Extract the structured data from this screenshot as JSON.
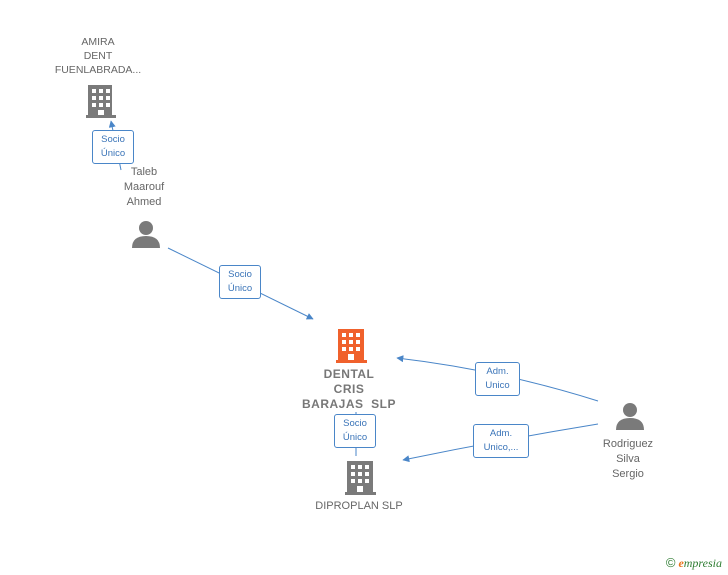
{
  "nodes": {
    "amira": {
      "label_lines": [
        "AMIRA",
        "DENT",
        "FUENLABRADA..."
      ]
    },
    "taleb": {
      "label_lines": [
        "Taleb",
        "Maarouf",
        "Ahmed"
      ]
    },
    "dental": {
      "label_lines": [
        "DENTAL",
        "CRIS",
        "BARAJAS  SLP"
      ]
    },
    "diproplan": {
      "label_lines": [
        "DIPROPLAN SLP"
      ]
    },
    "rodriguez": {
      "label_lines": [
        "Rodriguez",
        "Silva",
        "Sergio"
      ]
    }
  },
  "edges": {
    "taleb_amira": {
      "lines": [
        "Socio",
        "Único"
      ]
    },
    "taleb_dental": {
      "lines": [
        "Socio",
        "Único"
      ]
    },
    "rodriguez_dental": {
      "lines": [
        "Adm.",
        "Unico"
      ]
    },
    "rodriguez_diproplan": {
      "lines": [
        "Adm.",
        "Unico,..."
      ]
    },
    "dental_diproplan": {
      "lines": [
        "Socio",
        "Único"
      ]
    }
  },
  "colors": {
    "edge": "#4a86c8",
    "icon_gray": "#7a7a7a",
    "icon_highlight": "#f0612c"
  },
  "icons": {
    "company": "building-icon",
    "person": "person-icon"
  },
  "watermark": {
    "symbol": "©",
    "brand_initial": "e",
    "brand_rest": "mpresia"
  }
}
